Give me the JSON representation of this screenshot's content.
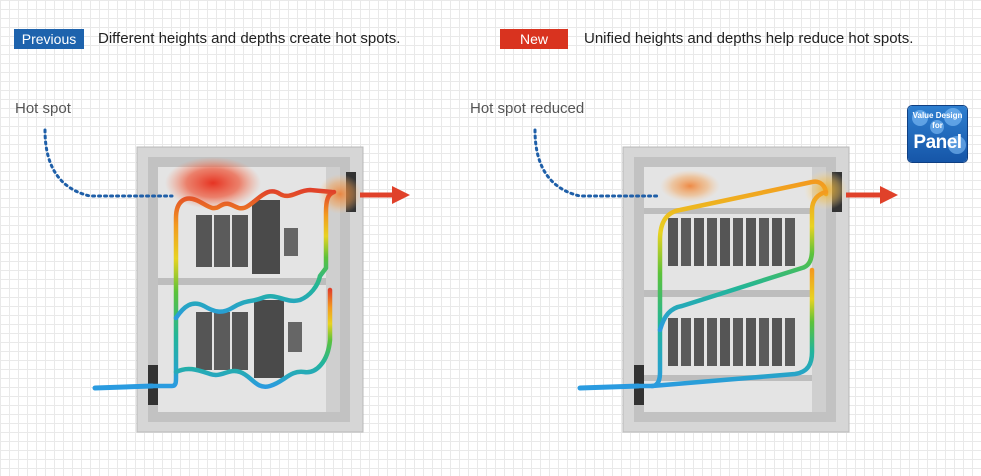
{
  "previous": {
    "badge": "Previous",
    "caption": "Different heights and depths create hot spots.",
    "hotspot_label": "Hot spot"
  },
  "new": {
    "badge": "New",
    "caption": "Unified heights and depths help reduce hot spots.",
    "hotspot_label": "Hot spot reduced"
  },
  "logo": {
    "line1": "Value Design",
    "line2": "for",
    "line3": "Panel"
  },
  "colors": {
    "previous_badge": "#1e63ad",
    "new_badge": "#d9331f",
    "inflow": "#2a9be0",
    "outflow": "#e0412a",
    "hotspot_marker": "#1f5fa8"
  }
}
